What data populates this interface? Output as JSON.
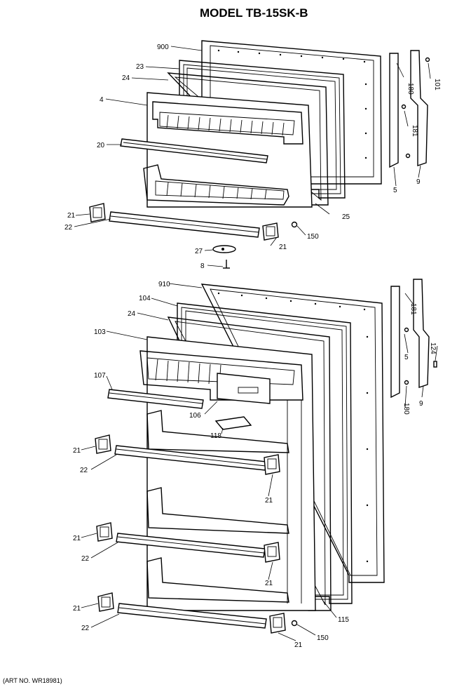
{
  "diagram": {
    "title": "MODEL TB-15SK-B",
    "art_number": "(ART NO. WR18981)",
    "freezer_door_callouts": {
      "c900": "900",
      "c23": "23",
      "c24": "24",
      "c4": "4",
      "c20": "20",
      "c21a": "21",
      "c22": "22",
      "c21b": "21",
      "c27": "27",
      "c8": "8",
      "c25": "25",
      "c150": "150",
      "c180": "180",
      "c101": "101",
      "c181": "181",
      "c5": "5",
      "c9": "9"
    },
    "fresh_food_door_callouts": {
      "c910": "910",
      "c104": "104",
      "c24": "24",
      "c103": "103",
      "c107": "107",
      "c106": "106",
      "c118": "118",
      "c21a": "21",
      "c22a": "22",
      "c21b": "21",
      "c21c": "21",
      "c22b": "22",
      "c21d": "21",
      "c21e": "21",
      "c22c": "22",
      "c21f": "21",
      "c150": "150",
      "c115": "115",
      "c181": "181",
      "c5": "5",
      "c124": "124",
      "c180": "180",
      "c9": "9"
    }
  }
}
